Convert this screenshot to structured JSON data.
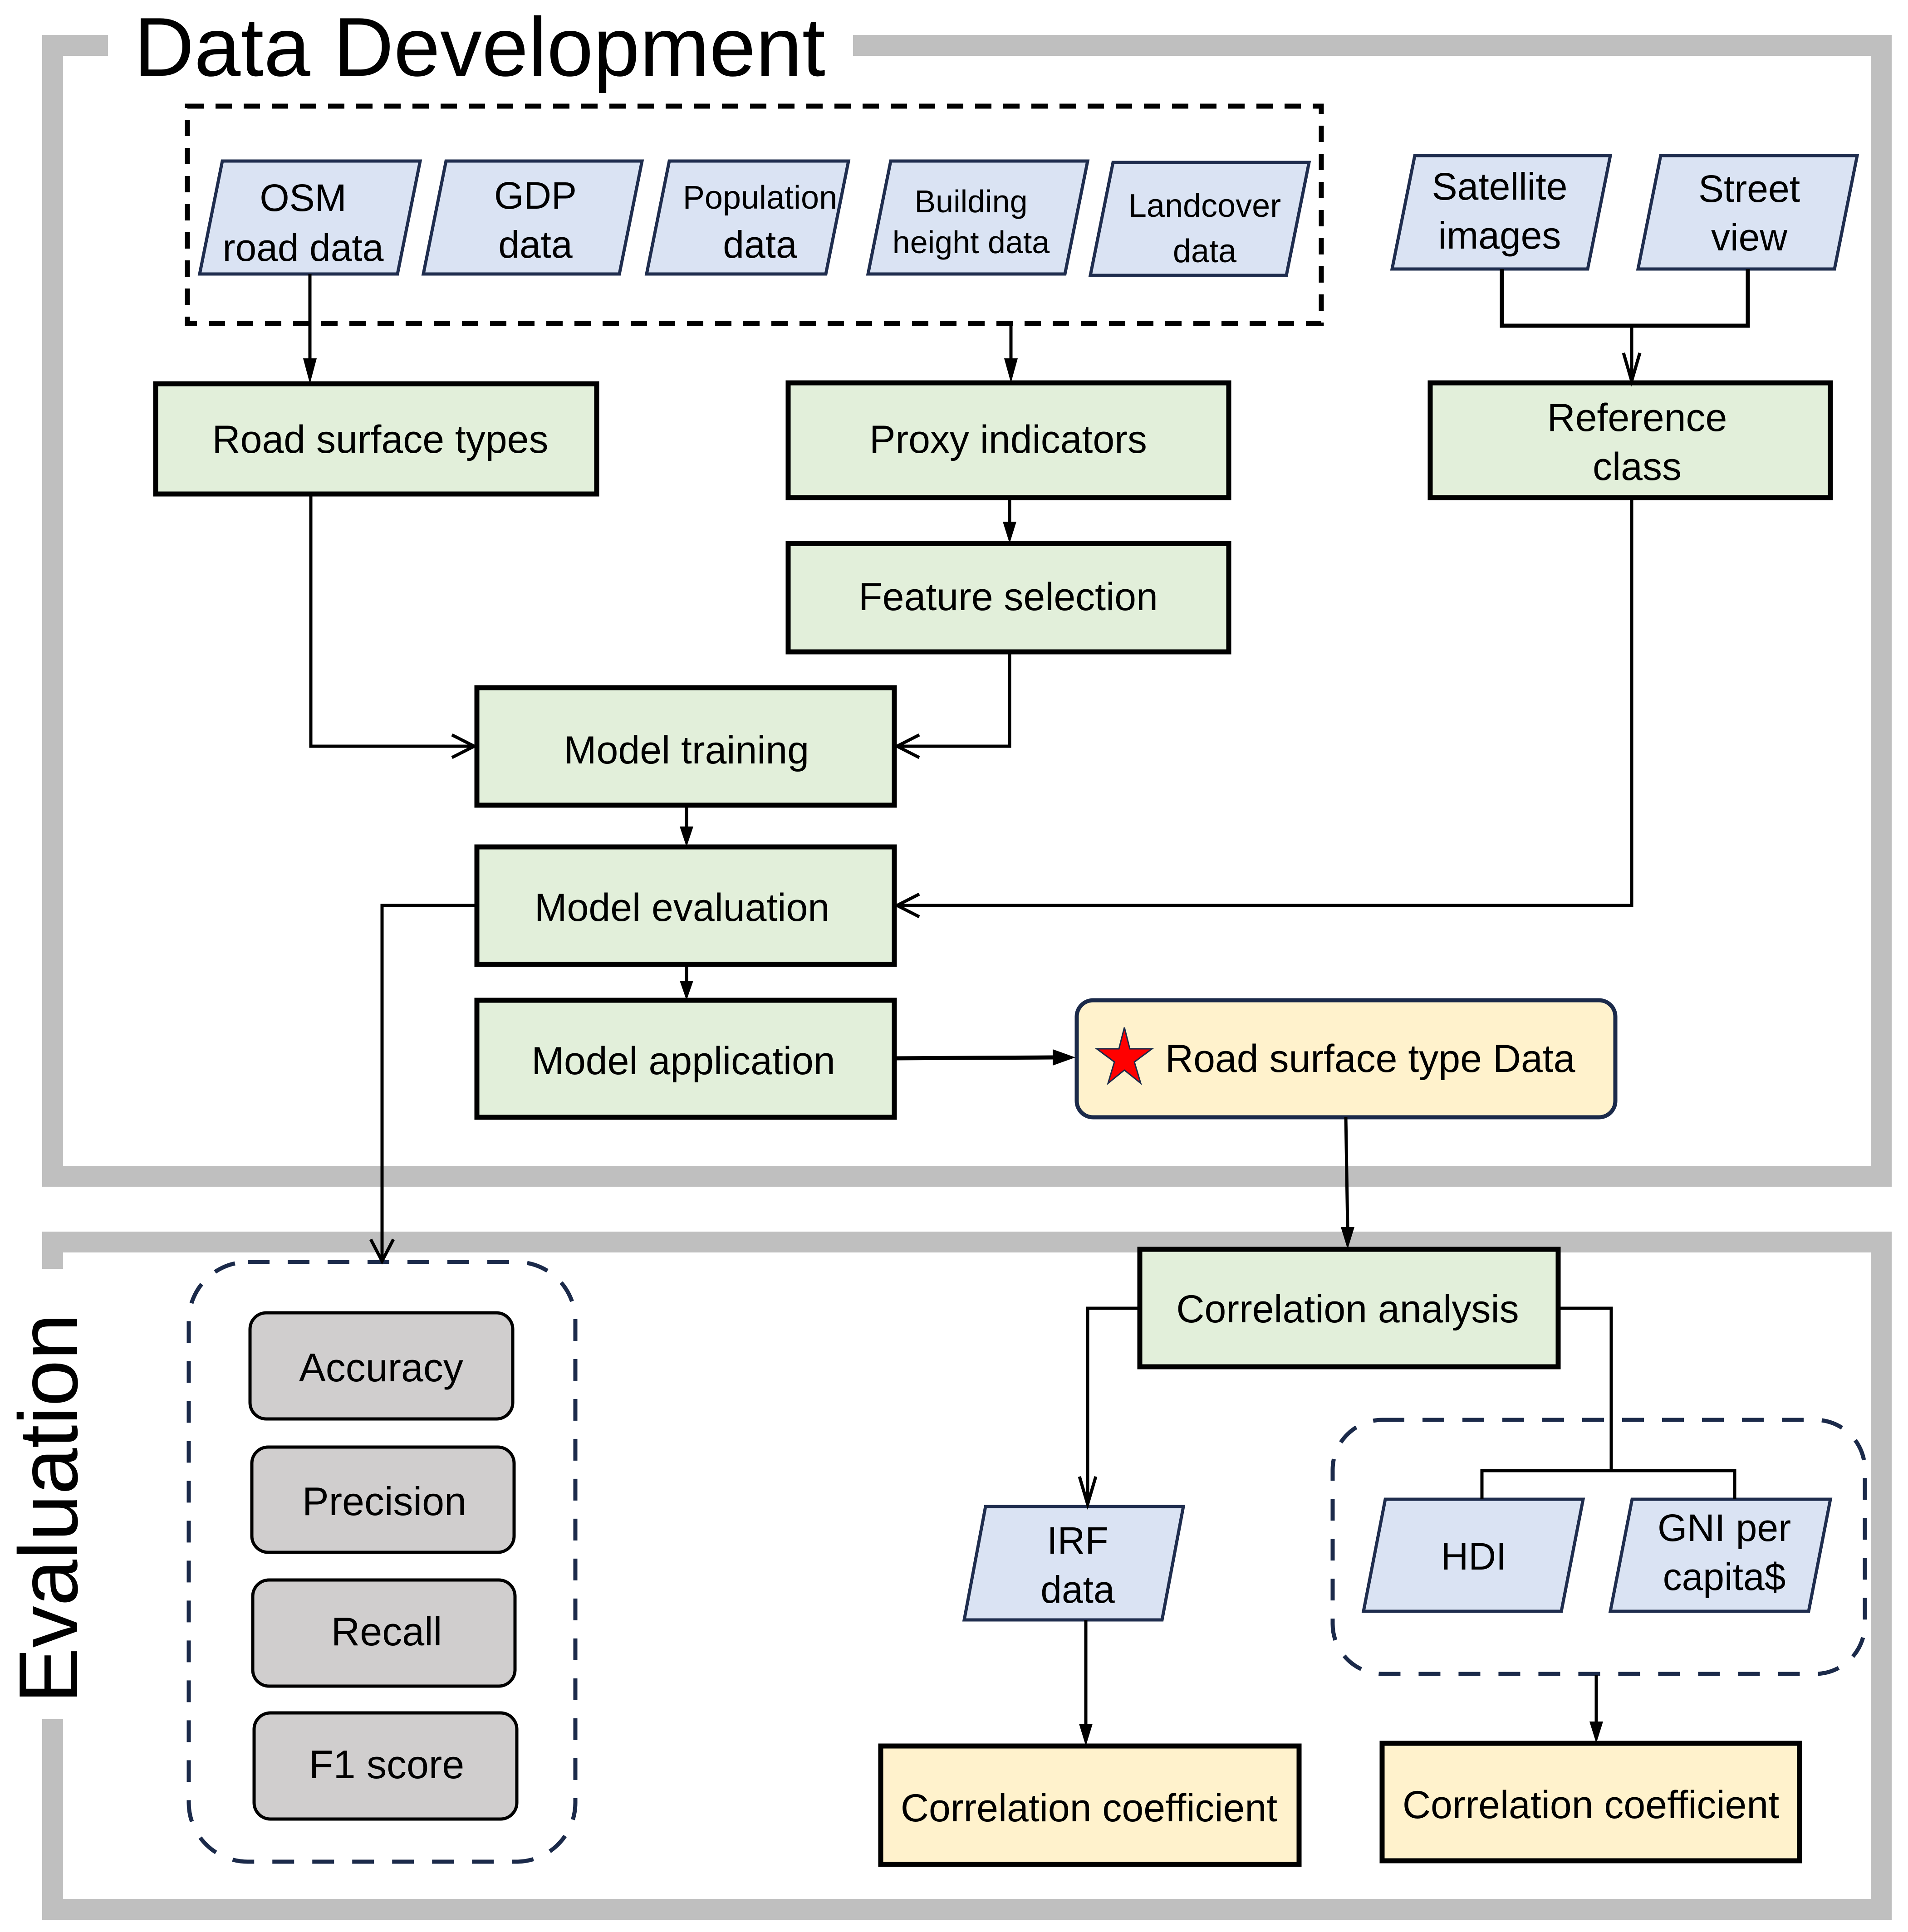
{
  "sections": {
    "data_development": {
      "title": "Data Development"
    },
    "evaluation": {
      "title": "Evaluation"
    }
  },
  "inputs": [
    {
      "id": "osm",
      "lines": [
        "OSM",
        "road data"
      ]
    },
    {
      "id": "gdp",
      "lines": [
        "GDP",
        "data"
      ]
    },
    {
      "id": "population",
      "lines": [
        "Population",
        "data"
      ]
    },
    {
      "id": "building",
      "lines": [
        "Building",
        "height data"
      ]
    },
    {
      "id": "landcover",
      "lines": [
        "Landcover",
        "data"
      ]
    }
  ],
  "reference_inputs": [
    {
      "id": "satellite",
      "lines": [
        "Satellite",
        "images"
      ]
    },
    {
      "id": "street",
      "lines": [
        "Street",
        "view"
      ]
    }
  ],
  "process": {
    "road_surface_types": "Road surface types",
    "proxy_indicators": "Proxy indicators",
    "reference_class": [
      "Reference",
      "class"
    ],
    "feature_selection": "Feature selection",
    "model_training": "Model training",
    "model_evaluation": "Model evaluation",
    "model_application": "Model application",
    "output_data": "Road surface type Data",
    "correlation_analysis": "Correlation analysis"
  },
  "output_icon": "star-icon",
  "metrics": [
    "Accuracy",
    "Precision",
    "Recall",
    "F1 score"
  ],
  "validation_inputs": {
    "irf": [
      "IRF",
      "data"
    ],
    "hdi": [
      "HDI"
    ],
    "gni": [
      "GNI per",
      "capita$"
    ]
  },
  "results": {
    "left": "Correlation coefficient",
    "right": "Correlation coefficient"
  },
  "colors": {
    "process_fill": "#E2EFDA",
    "data_fill": "#DAE3F3",
    "result_fill": "#FFF2CC",
    "metric_fill": "#D0CECE",
    "frame": "#BFBFBF",
    "star": "#FF0000",
    "navy_border": "#1B2A4A"
  }
}
